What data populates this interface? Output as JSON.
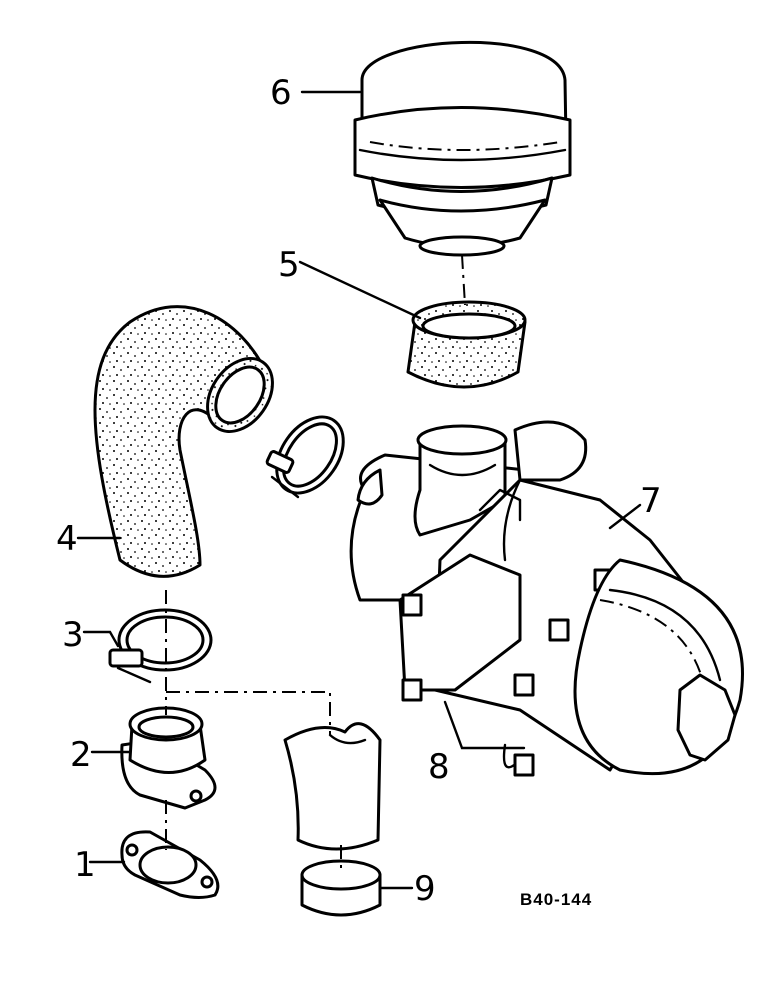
{
  "figure_id": "B40-144",
  "callouts": {
    "p1": "1",
    "p2": "2",
    "p3": "3",
    "p4": "4",
    "p5": "5",
    "p6": "6",
    "p7": "7",
    "p8": "8",
    "p9": "9"
  },
  "parts": [
    {
      "number": "1",
      "name": "gasket"
    },
    {
      "number": "2",
      "name": "flange-adapter"
    },
    {
      "number": "3",
      "name": "hose-clamp"
    },
    {
      "number": "4",
      "name": "elbow-hose"
    },
    {
      "number": "5",
      "name": "hose-sleeve"
    },
    {
      "number": "6",
      "name": "precleaner-cap"
    },
    {
      "number": "7",
      "name": "air-cleaner-assembly"
    },
    {
      "number": "8",
      "name": "mounting-brackets"
    },
    {
      "number": "9",
      "name": "band-ring"
    }
  ]
}
